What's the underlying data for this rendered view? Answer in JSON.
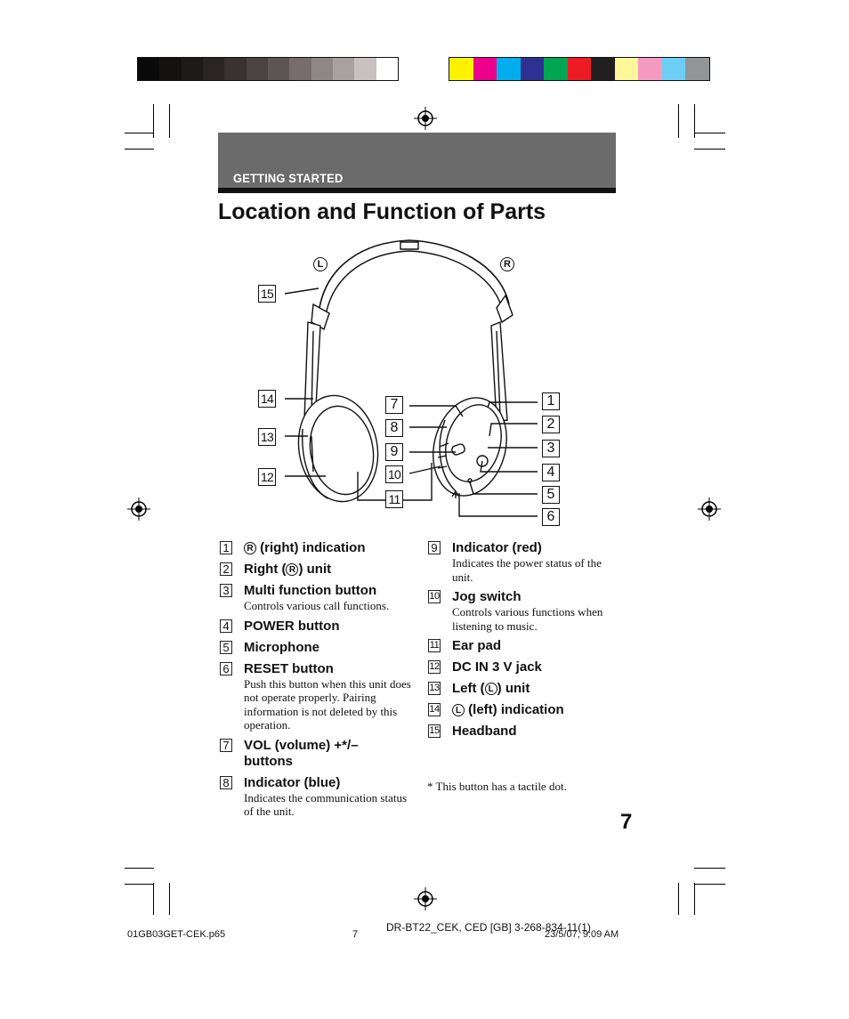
{
  "colors": {
    "grayscale": [
      "#0a0a0a",
      "#141111",
      "#1f1a1a",
      "#2b2424",
      "#3a3131",
      "#4b4242",
      "#5e5555",
      "#776d6d",
      "#8f8686",
      "#a9a1a1",
      "#c7c1c1",
      "#ffffff"
    ],
    "process": [
      "#fff200",
      "#ec008c",
      "#00aeef",
      "#2e3192",
      "#00a651",
      "#ed1c24",
      "#231f20",
      "#fff799",
      "#f49ac1",
      "#6dcff6",
      "#939598"
    ],
    "header_band": "#6b6b6b"
  },
  "header": {
    "section": "GETTING STARTED",
    "title": "Location and Function of Parts"
  },
  "figure": {
    "side_left": "L",
    "side_right": "R",
    "callouts": [
      "1",
      "2",
      "3",
      "4",
      "5",
      "6",
      "7",
      "8",
      "9",
      "10",
      "11",
      "12",
      "13",
      "14",
      "15"
    ]
  },
  "parts": [
    {
      "num": "1",
      "label": " (right) indication",
      "circle": "R",
      "circle_pos": "before",
      "desc": ""
    },
    {
      "num": "2",
      "label_before": "Right (",
      "circle": "R",
      "label_after": ") unit",
      "desc": ""
    },
    {
      "num": "3",
      "label": "Multi function button",
      "desc": "Controls various call functions."
    },
    {
      "num": "4",
      "label": "POWER button",
      "desc": ""
    },
    {
      "num": "5",
      "label": "Microphone",
      "desc": ""
    },
    {
      "num": "6",
      "label": "RESET button",
      "desc": "Push this button when this unit does not operate properly. Pairing information is not deleted by this operation."
    },
    {
      "num": "7",
      "label": "VOL (volume) +*/– buttons",
      "desc": ""
    },
    {
      "num": "8",
      "label": "Indicator (blue)",
      "desc": "Indicates the communication status of the unit."
    },
    {
      "num": "9",
      "label": "Indicator (red)",
      "desc": "Indicates the power status of the unit."
    },
    {
      "num": "10",
      "label": "Jog switch",
      "desc": "Controls various functions when listening to music."
    },
    {
      "num": "11",
      "label": "Ear pad",
      "desc": ""
    },
    {
      "num": "12",
      "label": "DC IN 3 V jack",
      "desc": ""
    },
    {
      "num": "13",
      "label_before": "Left (",
      "circle": "L",
      "label_after": ") unit",
      "desc": ""
    },
    {
      "num": "14",
      "label": " (left) indication",
      "circle": "L",
      "circle_pos": "before",
      "desc": ""
    },
    {
      "num": "15",
      "label": "Headband",
      "desc": ""
    }
  ],
  "footnote": "* This button has a tactile dot.",
  "page_number": "7",
  "footer": {
    "file": "01GB03GET-CEK.p65",
    "page": "7",
    "model": "DR-BT22_CEK, CED [GB] 3-268-834-11(1)",
    "date": "23/5/07, 9:09 AM"
  }
}
